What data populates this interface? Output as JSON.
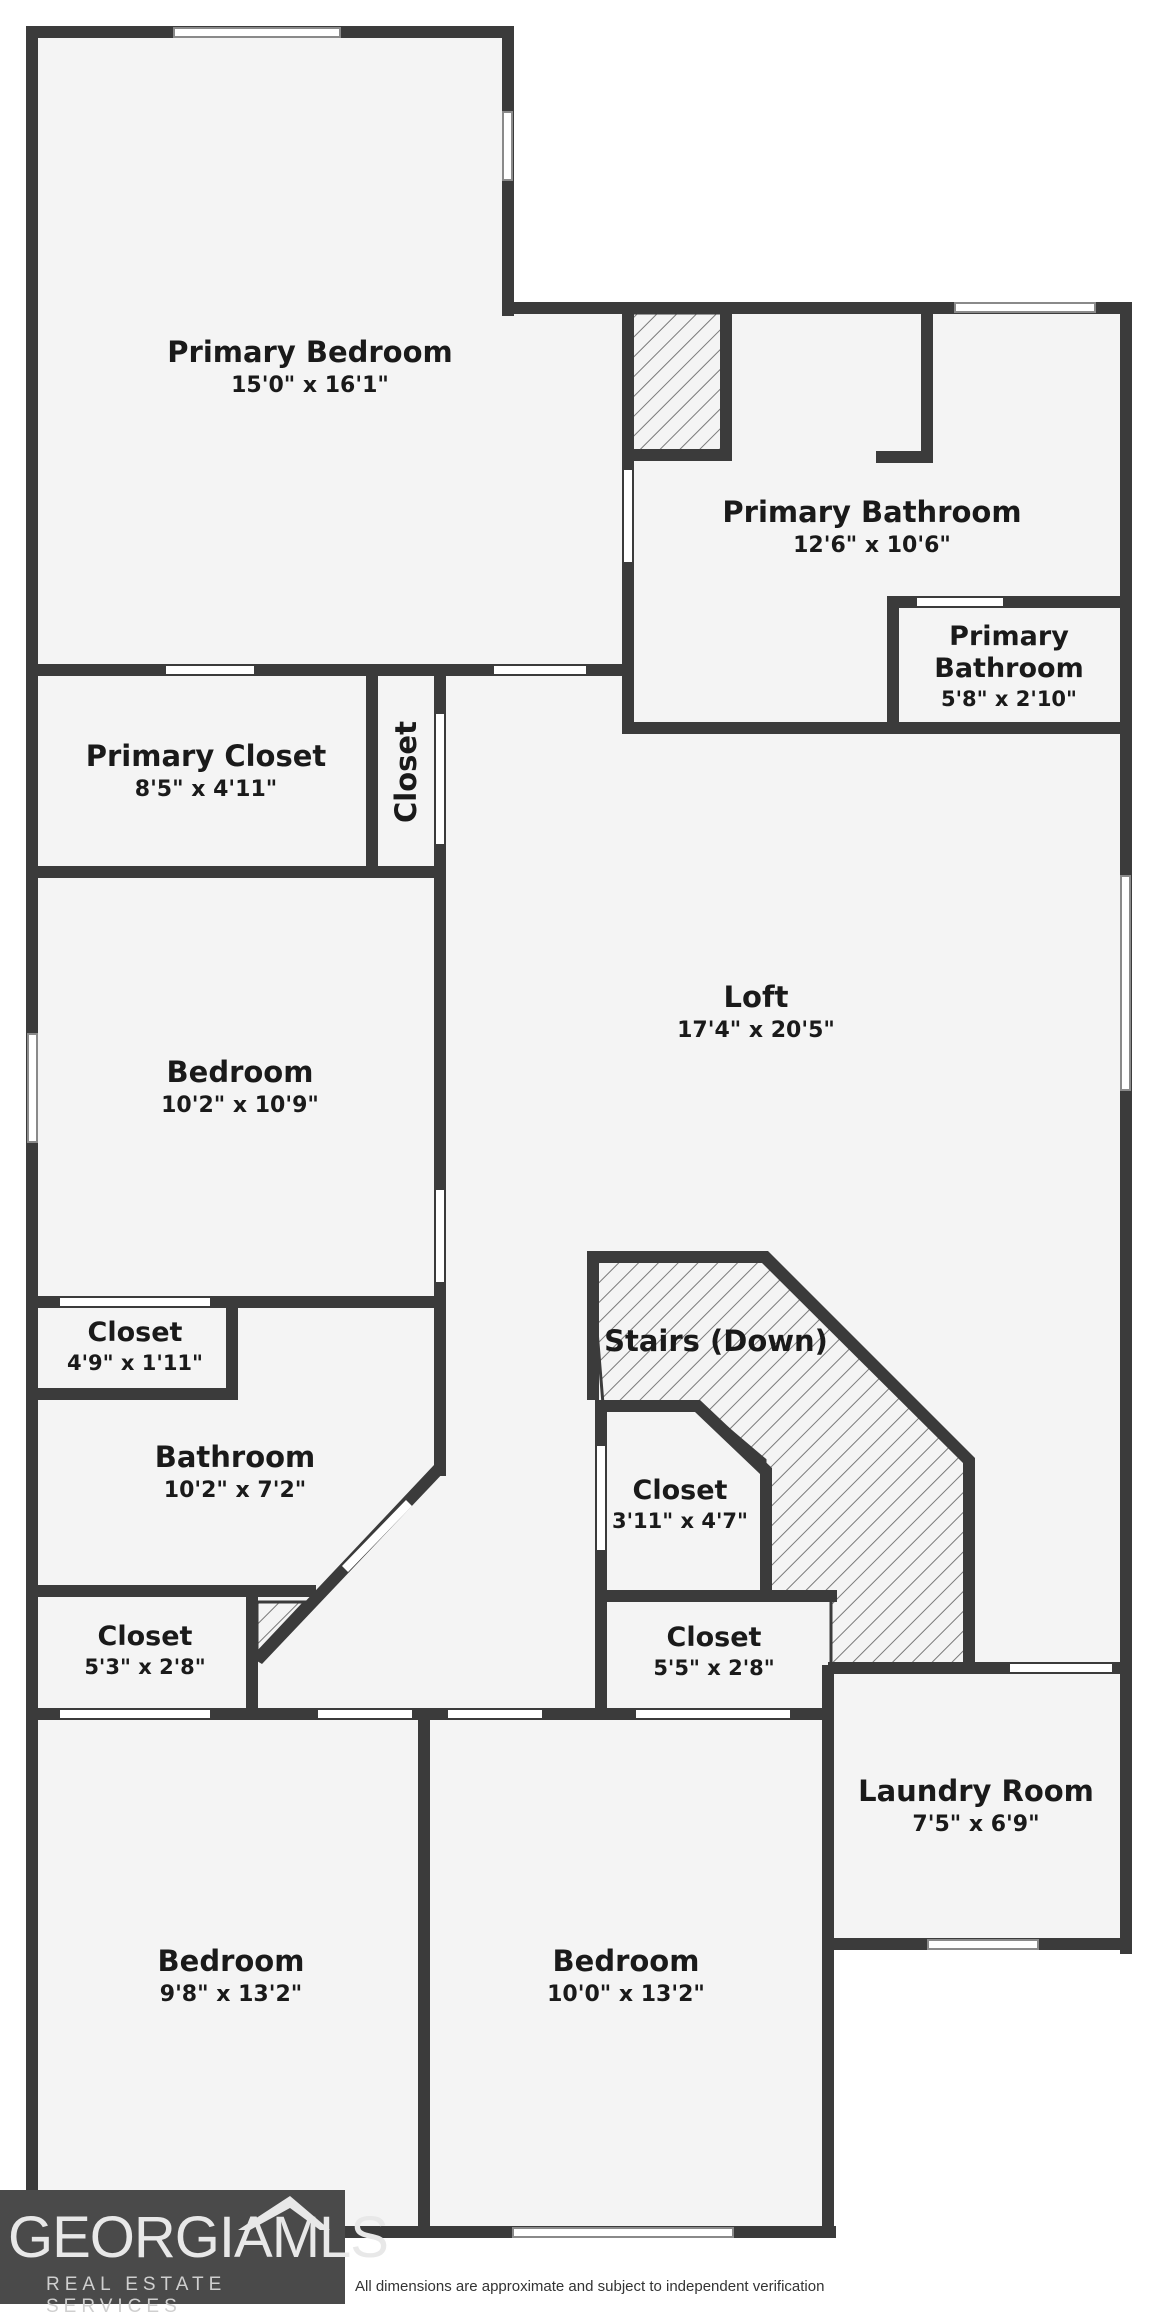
{
  "rooms": [
    {
      "name": "Primary Bedroom",
      "dim": "15'0\" x 16'1\""
    },
    {
      "name": "Primary Bathroom",
      "dim": "12'6\" x 10'6\""
    },
    {
      "name": "Primary Bathroom",
      "dim": "5'8\" x 2'10\""
    },
    {
      "name": "Primary Closet",
      "dim": "8'5\" x 4'11\""
    },
    {
      "name": "Closet",
      "dim": ""
    },
    {
      "name": "Loft",
      "dim": "17'4\" x 20'5\""
    },
    {
      "name": "Bedroom",
      "dim": "10'2\" x 10'9\""
    },
    {
      "name": "Closet",
      "dim": "4'9\" x 1'11\""
    },
    {
      "name": "Stairs (Down)",
      "dim": ""
    },
    {
      "name": "Bathroom",
      "dim": "10'2\" x 7'2\""
    },
    {
      "name": "Closet",
      "dim": "3'11\" x 4'7\""
    },
    {
      "name": "Closet",
      "dim": "5'3\" x 2'8\""
    },
    {
      "name": "Closet",
      "dim": "5'5\" x 2'8\""
    },
    {
      "name": "Laundry Room",
      "dim": "7'5\" x 6'9\""
    },
    {
      "name": "Bedroom",
      "dim": "9'8\" x 13'2\""
    },
    {
      "name": "Bedroom",
      "dim": "10'0\" x 13'2\""
    }
  ],
  "logo": {
    "main": "GEORGIAMLS",
    "sub": "REAL ESTATE SERVICES"
  },
  "disclaimer": "All dimensions are approximate and subject to independent verification",
  "colors": {
    "wall": "#3b3b3b",
    "floor": "#f4f4f4",
    "logo_bg": "#4a4a4a"
  }
}
